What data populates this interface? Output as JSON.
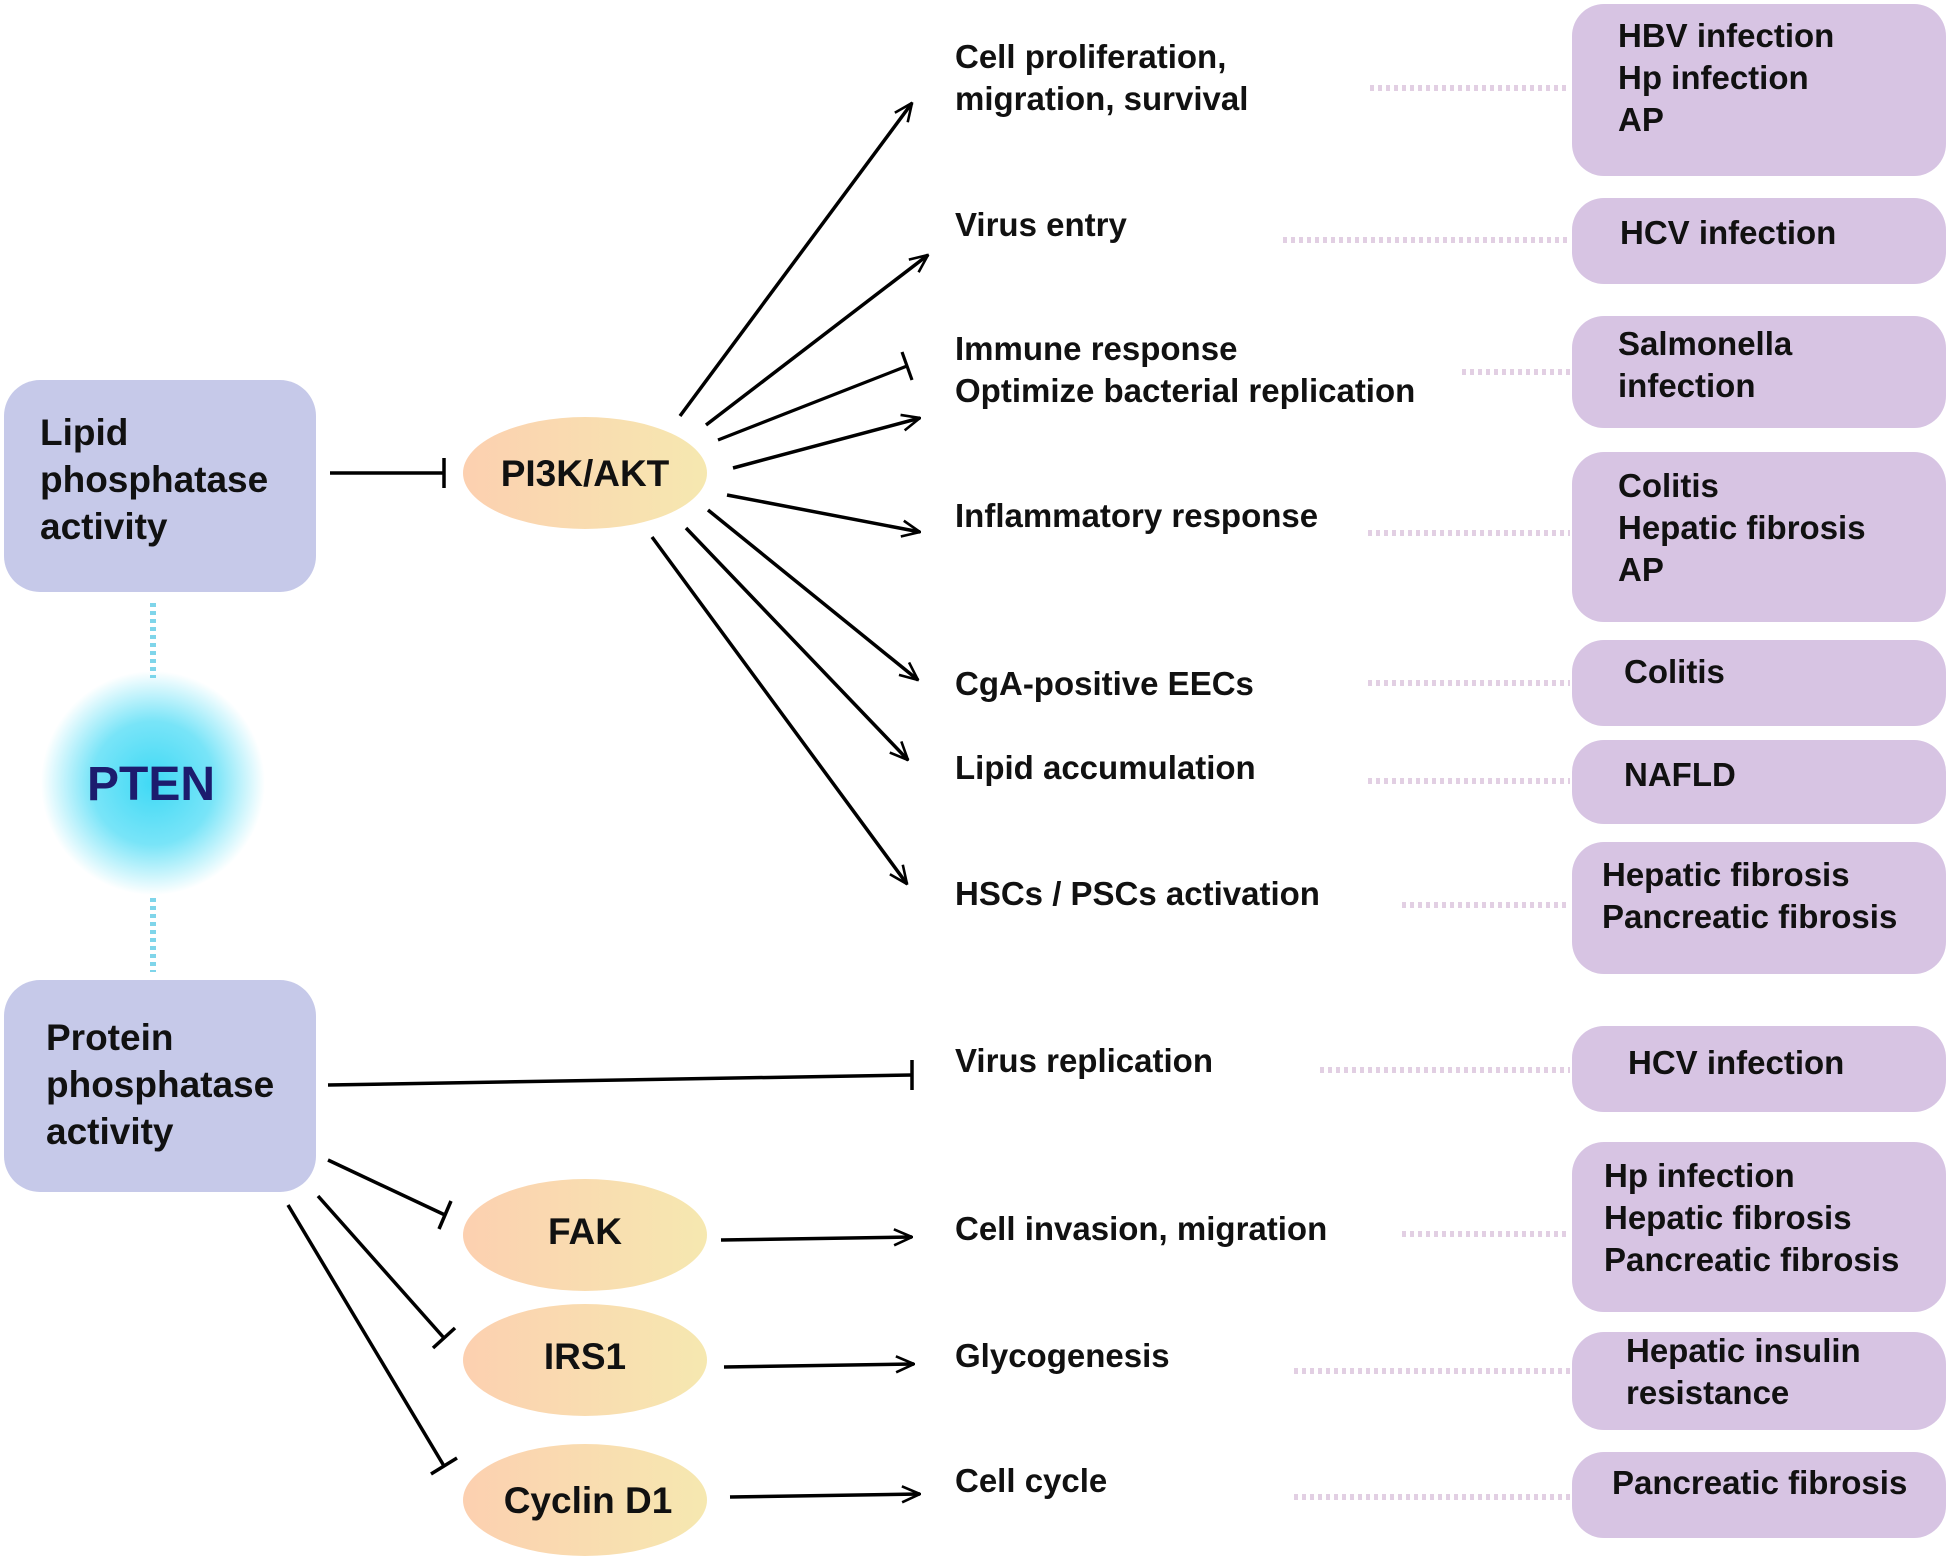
{
  "center": {
    "label": "PTEN"
  },
  "sources": {
    "lipid": [
      "Lipid",
      "phosphatase",
      "activity"
    ],
    "protein": [
      "Protein",
      "phosphatase",
      "activity"
    ]
  },
  "nodes": {
    "pi3k": "PI3K/AKT",
    "fak": "FAK",
    "irs1": "IRS1",
    "cyclin": "Cyclin D1"
  },
  "pathways": [
    {
      "id": "prolif",
      "lines": [
        "Cell proliferation,",
        "migration, survival"
      ],
      "diseases": [
        "HBV infection",
        "Hp infection",
        "AP"
      ]
    },
    {
      "id": "entry",
      "lines": [
        "Virus entry"
      ],
      "diseases": [
        "HCV infection"
      ]
    },
    {
      "id": "immune",
      "lines": [
        "Immune response",
        "Optimize bacterial replication"
      ],
      "diseases": [
        "Salmonella",
        "infection"
      ]
    },
    {
      "id": "inflam",
      "lines": [
        "Inflammatory response"
      ],
      "diseases": [
        "Colitis",
        "Hepatic fibrosis",
        "AP"
      ]
    },
    {
      "id": "cga",
      "lines": [
        "CgA-positive EECs"
      ],
      "diseases": [
        "Colitis"
      ]
    },
    {
      "id": "lipid",
      "lines": [
        "Lipid accumulation"
      ],
      "diseases": [
        "NAFLD"
      ]
    },
    {
      "id": "hsc",
      "lines": [
        "HSCs / PSCs activation"
      ],
      "diseases": [
        "Hepatic fibrosis",
        "Pancreatic fibrosis"
      ]
    },
    {
      "id": "vrep",
      "lines": [
        "Virus replication"
      ],
      "diseases": [
        "HCV infection"
      ]
    },
    {
      "id": "invasion",
      "lines": [
        "Cell invasion, migration"
      ],
      "diseases": [
        "Hp infection",
        "Hepatic fibrosis",
        "Pancreatic fibrosis"
      ]
    },
    {
      "id": "glyco",
      "lines": [
        "Glycogenesis"
      ],
      "diseases": [
        "Hepatic insulin",
        "resistance"
      ]
    },
    {
      "id": "cycle",
      "lines": [
        "Cell cycle"
      ],
      "diseases": [
        "Pancreatic fibrosis"
      ]
    }
  ],
  "colors": {
    "source_box": "#c6c9e9",
    "disease_box": "#d7c4e3",
    "node_gradient": [
      "#fcd0b0",
      "#f6e8b0"
    ],
    "pten_glow": "#3fd9f5",
    "pten_text": "#1c1c6e",
    "dotted_pink": "#e2cfe3",
    "dotted_blue": "#7fd5ea"
  }
}
